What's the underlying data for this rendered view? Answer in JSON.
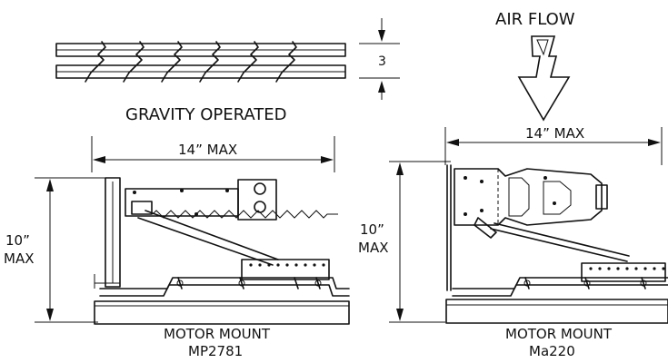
{
  "labels": {
    "air_flow": "AIR FLOW",
    "gravity": "GRAVITY OPERATED",
    "height_small": "3",
    "width_left": "14” MAX",
    "width_right": "14” MAX",
    "height_left_line1": "10”",
    "height_left_line2": "MAX",
    "height_right_line1": "10”",
    "height_right_line2": "MAX",
    "left_caption_line1": "MOTOR MOUNT",
    "left_caption_line2": "MP2781",
    "right_caption_line1": "MOTOR MOUNT",
    "right_caption_line2": "Ma220"
  }
}
